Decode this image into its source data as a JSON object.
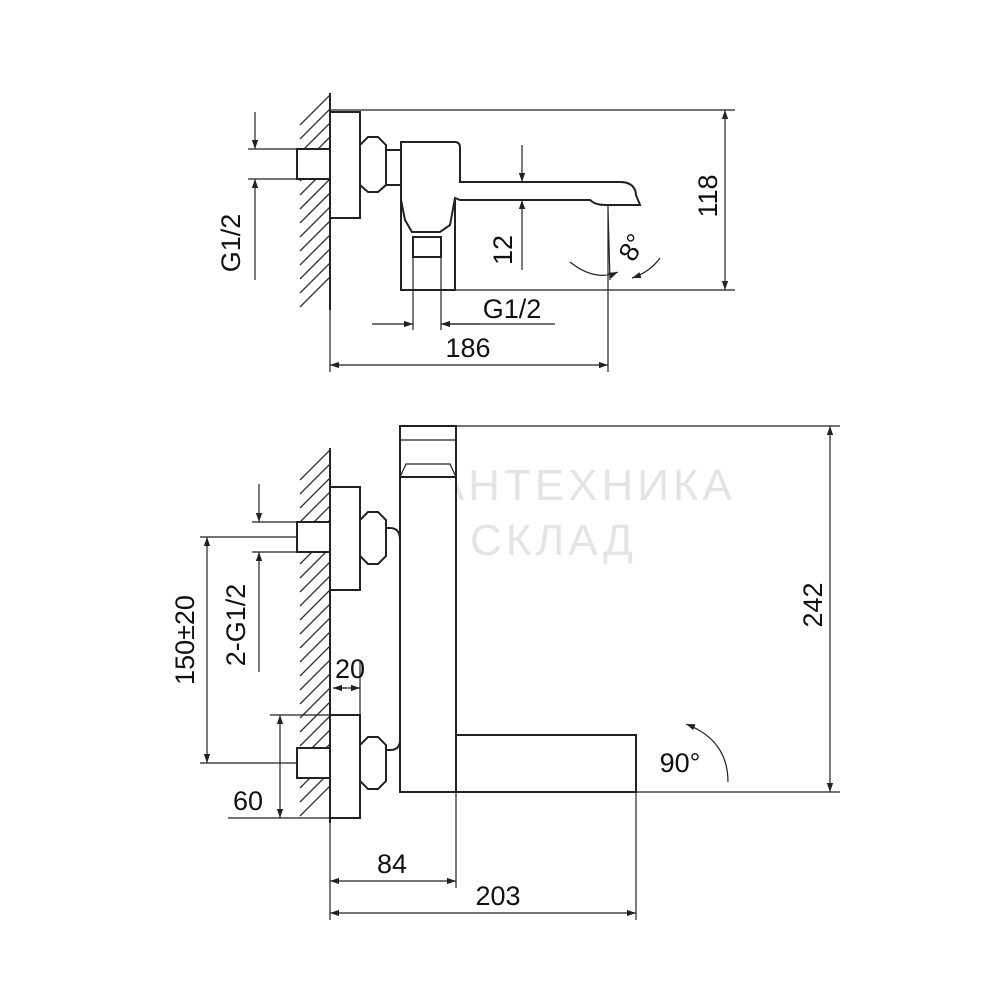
{
  "colors": {
    "line": "#222222",
    "background": "#ffffff",
    "watermark": "#e4e4e4"
  },
  "watermark": {
    "line1": "САНТЕХНИКА",
    "line2": "СКЛАД"
  },
  "top_view": {
    "dims": {
      "height_total": "118",
      "spout_offset": "12",
      "angle": "8°",
      "outlet_thread": "G1/2",
      "inlet_thread": "G1/2",
      "length": "186"
    }
  },
  "front_view": {
    "dims": {
      "height_total": "242",
      "center_distance": "150±20",
      "inlet_threads": "2-G1/2",
      "flange_offset": "20",
      "flange_height": "60",
      "body_depth": "84",
      "spout_length": "203",
      "rotation": "90°"
    }
  }
}
